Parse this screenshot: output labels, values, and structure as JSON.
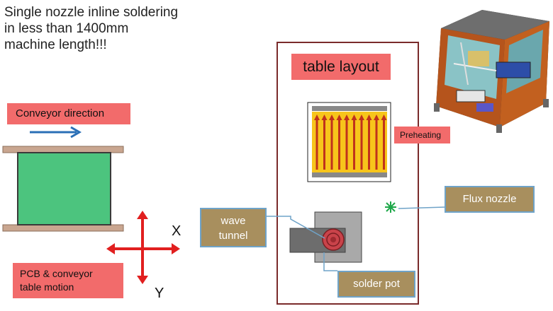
{
  "headline": "Single nozzle inline soldering\nin less than 1400mm\nmachine length!!!",
  "conveyor_direction": "Conveyor direction",
  "axis_x": "X",
  "axis_y": "Y",
  "pcb_label": "PCB & conveyor\ntable motion",
  "table_layout": "table layout",
  "preheating": "Preheating",
  "flux_nozzle": "Flux nozzle",
  "wave_tunnel": "wave\ntunnel",
  "solder_pot": "solder pot",
  "colors": {
    "label_red": "#f26b6b",
    "label_tan": "#a88f5e",
    "pcb_green": "#4cc47e",
    "rail": "#c9a690",
    "arrow_blue": "#2a6fb6",
    "axis_red": "#e11f1f",
    "frame": "#7a2b2b",
    "heater": "#f7c51b",
    "heater_lines": "#c0321c",
    "flux_green": "#1fa84a"
  }
}
